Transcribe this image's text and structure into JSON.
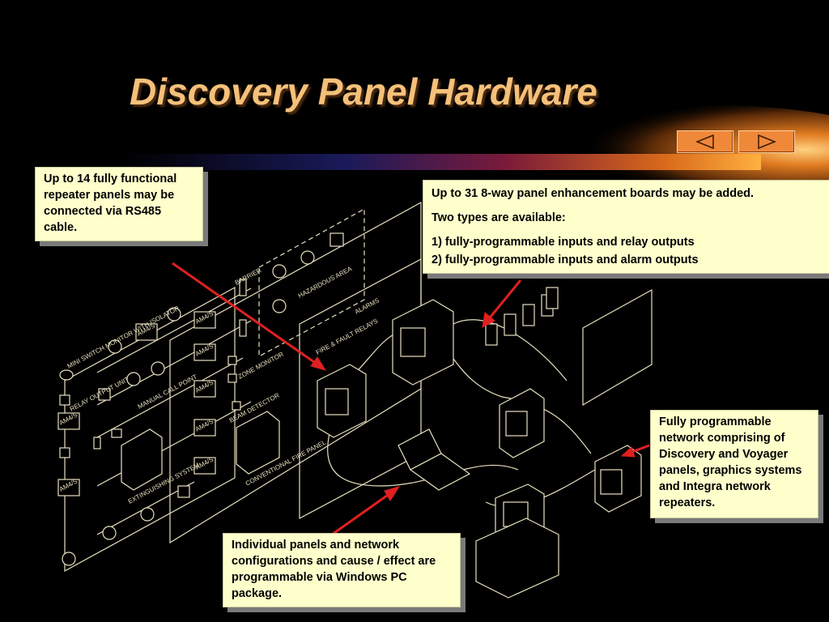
{
  "slide": {
    "title": "Discovery Panel Hardware"
  },
  "colors": {
    "background": "#000000",
    "title": "#f5c07a",
    "callout_fill": "#ffffcc",
    "pointer_arrow": "#e02020",
    "nav_button": "#f0883a",
    "line_art": "#e8e0c0"
  },
  "navigation": {
    "prev_icon": "triangle-left-icon",
    "next_icon": "triangle-right-icon"
  },
  "callouts": {
    "repeaters": "Up to 14 fully functional repeater panels may be connected via RS485 cable.",
    "boards": {
      "line1": "Up to 31  8-way panel enhancement boards may be added.",
      "line2": "Two types are available:",
      "line3": "1) fully-programmable inputs and relay outputs",
      "line4": "2) fully-programmable inputs and alarm outputs"
    },
    "network": "Fully programmable network comprising of Discovery and Voyager panels, graphics systems and Integra network repeaters.",
    "pc": "Individual panels and network configurations and cause / effect are programmable via Windows PC package."
  },
  "diagram": {
    "labels": {
      "hazardous_area": "HAZARDOUS AREA",
      "alarms": "ALARMS",
      "fire_fault_relays": "FIRE & FAULT RELAYS",
      "extinguishing_system": "EXTINGUISHING SYSTEM",
      "conventional_fire_panel": "CONVENTIONAL FIRE PANEL",
      "relay_output_unit": "RELAY OUTPUT UNIT",
      "mini_switch_monitor": "MINI SWITCH MONITOR WITH ISOLATOR",
      "manual_call_point": "MANUAL CALL POINT",
      "beam_detector": "BEAM DETECTOR",
      "barrier": "BARRIER",
      "zone_monitor": "ZONE MONITOR"
    },
    "modules": [
      "AM4/S",
      "AM4/S",
      "AM4/S",
      "AM4/S",
      "AM4/S",
      "AM4/S",
      "AM4/S",
      "AM4/S"
    ]
  }
}
